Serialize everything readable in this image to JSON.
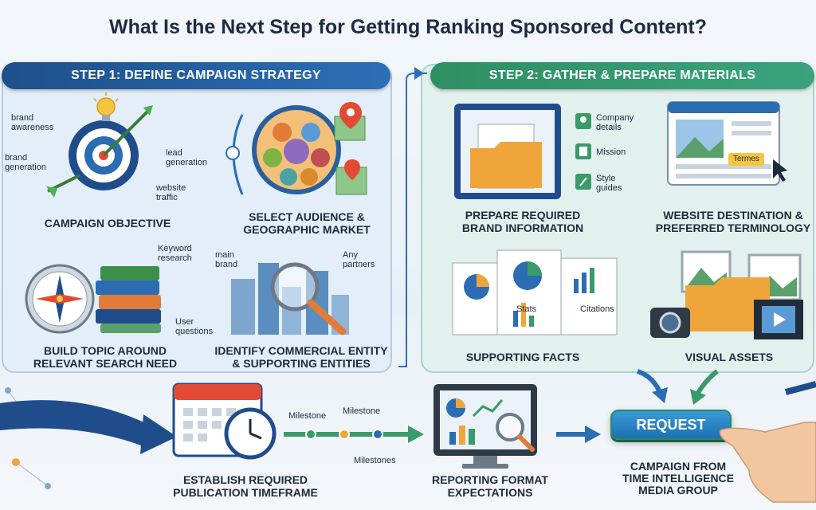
{
  "title": "What Is the Next Step for Getting Ranking Sponsored Content?",
  "step1": {
    "banner": "STEP 1: DEFINE CAMPAIGN STRATEGY",
    "campaign_objective": {
      "label": "CAMPAIGN OBJECTIVE",
      "brand_awareness": "brand\nawareness",
      "brand_generation": "brand\ngeneration",
      "lead_generation": "lead\ngeneration",
      "website_traffic": "website\ntraffic"
    },
    "audience": {
      "label": "SELECT AUDIENCE &\nGEOGRAPHIC MARKET"
    },
    "topic": {
      "label": "BUILD TOPIC AROUND\nRELEVANT SEARCH NEED",
      "keyword_research": "Keyword\nresearch",
      "user_questions": "User\nquestions"
    },
    "entity": {
      "label": "IDENTIFY COMMERCIAL ENTITY\n& SUPPORTING ENTITIES",
      "main_brand": "main\nbrand",
      "partners": "Any\npartners"
    }
  },
  "step2": {
    "banner": "STEP 2: GATHER & PREPARE MATERIALS",
    "brand_info": {
      "label": "PREPARE REQUIRED\nBRAND INFORMATION",
      "company_details": "Company\ndetails",
      "mission": "Mission",
      "style_guides": "Style\nguides"
    },
    "website": {
      "label": "WEBSITE DESTINATION &\nPREFERRED TERMINOLOGY",
      "terms": "Termes"
    },
    "facts": {
      "label": "SUPPORTING FACTS",
      "stats": "Stats",
      "citations": "Citations"
    },
    "visuals": {
      "label": "VISUAL ASSETS"
    }
  },
  "bottom": {
    "timeframe": {
      "label": "ESTABLISH REQUIRED\nPUBLICATION TIMEFRAME"
    },
    "milestone_1": "Milestone",
    "milestone_2": "Milestone",
    "milestones": "Milestones",
    "reporting": {
      "label": "REPORTING FORMAT\nEXPECTATIONS"
    },
    "request": {
      "button": "REQUEST",
      "label": "CAMPAIGN FROM\nTIME INTELLIGENCE\nMEDIA GROUP"
    }
  },
  "colors": {
    "step1_blue": "#1e4f8a",
    "step2_green": "#2f8f63",
    "accent_orange": "#f0a53a",
    "request_blue": "#1d6fb0"
  }
}
